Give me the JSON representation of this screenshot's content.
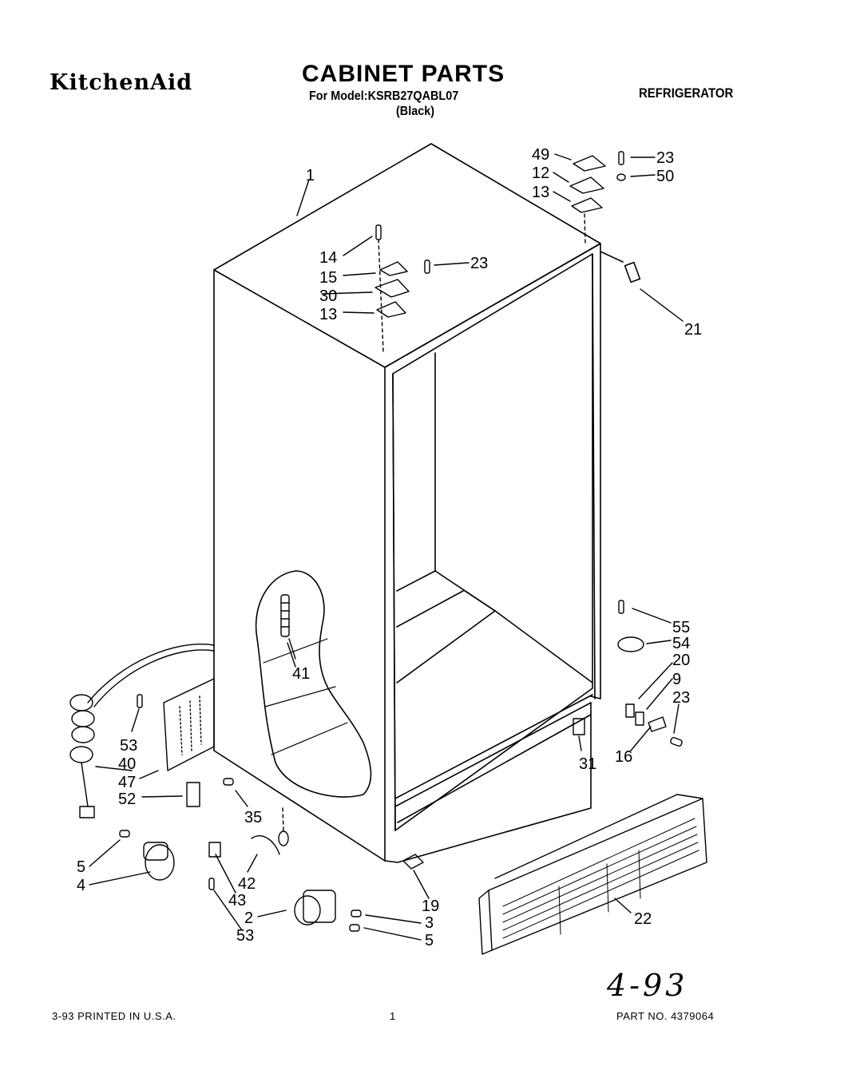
{
  "header": {
    "brand": "KitchenAid",
    "title": "CABINET PARTS",
    "model_line": "For Model:KSRB27QABL07",
    "color_line": "(Black)",
    "category": "REFRIGERATOR"
  },
  "footer": {
    "printed": "3-93 PRINTED IN U.S.A.",
    "page_number": "1",
    "part_number": "PART NO. 4379064",
    "handwritten_note": "4-93"
  },
  "callouts": [
    "1",
    "49",
    "12",
    "13",
    "23",
    "50",
    "14",
    "15",
    "30",
    "13",
    "23",
    "21",
    "55",
    "54",
    "20",
    "9",
    "23",
    "16",
    "31",
    "41",
    "53",
    "40",
    "47",
    "52",
    "35",
    "5",
    "4",
    "42",
    "43",
    "2",
    "53",
    "3",
    "5",
    "19",
    "22"
  ]
}
